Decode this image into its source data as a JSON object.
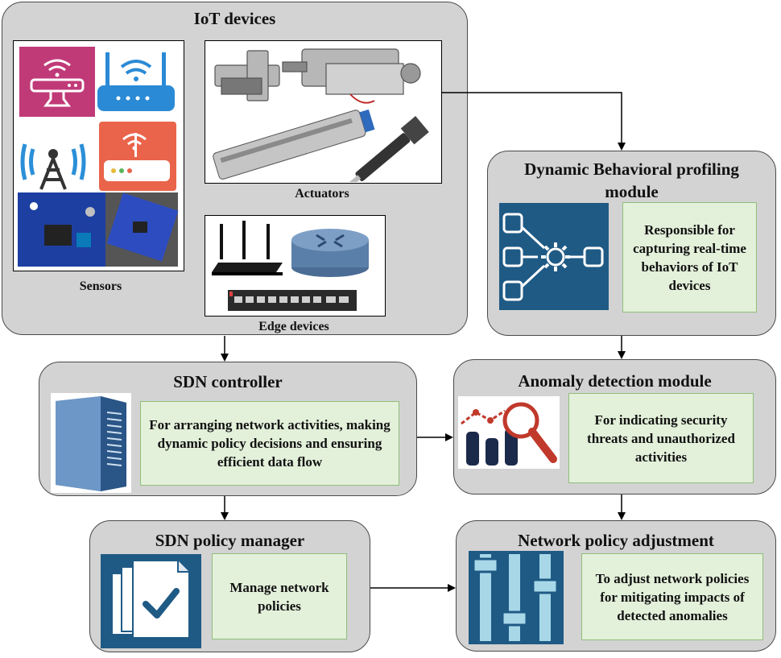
{
  "iot": {
    "title": "IoT devices",
    "sensors_label": "Sensors",
    "actuators_label": "Actuators",
    "edge_label": "Edge devices"
  },
  "dbp": {
    "title_line1": "Dynamic Behavioral profiling",
    "title_line2": "module",
    "description": "Responsible for capturing real-time behaviors of IoT devices"
  },
  "sdn_controller": {
    "title": "SDN controller",
    "description": "For arranging network activities, making dynamic policy decisions and ensuring efficient data flow"
  },
  "anomaly": {
    "title": "Anomaly detection module",
    "description": "For indicating security threats and unauthorized activities"
  },
  "policy_manager": {
    "title": "SDN policy manager",
    "description": "Manage network policies"
  },
  "network_policy": {
    "title": "Network policy adjustment",
    "description": "To adjust network policies for mitigating impacts of detected anomalies"
  },
  "colors": {
    "panel": "#d3d3d3",
    "green_box": "#e3f0da",
    "icon_blue": "#1f5a85",
    "router_blue": "#5a7fa8"
  }
}
